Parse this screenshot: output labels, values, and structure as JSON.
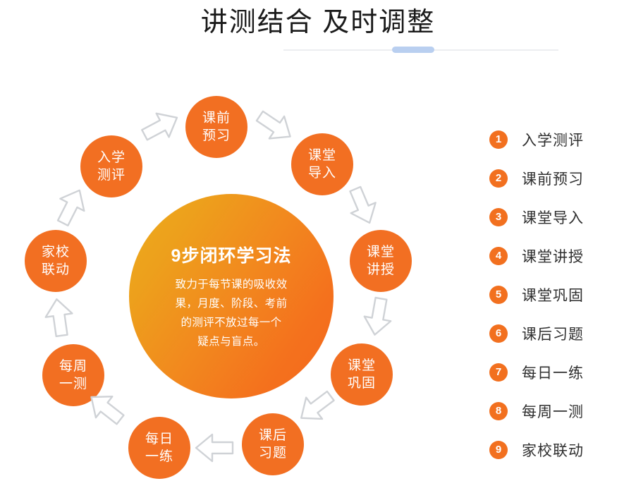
{
  "header": {
    "title": "讲测结合 及时调整",
    "rule_accent_color": "#b9cff0"
  },
  "hub": {
    "title": "9步闭环学习法",
    "body_lines": [
      "致力于每节课的吸收效",
      "果，月度、阶段、考前",
      "的测评不放过每一个",
      "疑点与盲点。"
    ],
    "gradient_from": "#ecac1c",
    "gradient_to": "#f4681c"
  },
  "cycle": {
    "node_color": "#f26f22",
    "arrow_stroke": "#cfd2d6",
    "nodes": [
      {
        "step": 1,
        "lines": [
          "入学",
          "测评"
        ],
        "full": "入学测评"
      },
      {
        "step": 2,
        "lines": [
          "课前",
          "预习"
        ],
        "full": "课前预习"
      },
      {
        "step": 3,
        "lines": [
          "课堂",
          "导入"
        ],
        "full": "课堂导入"
      },
      {
        "step": 4,
        "lines": [
          "课堂",
          "讲授"
        ],
        "full": "课堂讲授"
      },
      {
        "step": 5,
        "lines": [
          "课堂",
          "巩固"
        ],
        "full": "课堂巩固"
      },
      {
        "step": 6,
        "lines": [
          "课后",
          "习题"
        ],
        "full": "课后习题"
      },
      {
        "step": 7,
        "lines": [
          "每日",
          "一练"
        ],
        "full": "每日一练"
      },
      {
        "step": 8,
        "lines": [
          "每周",
          "一测"
        ],
        "full": "每周一测"
      },
      {
        "step": 9,
        "lines": [
          "家校",
          "联动"
        ],
        "full": "家校联动"
      }
    ]
  },
  "legend": {
    "badge_color": "#f2701f",
    "items": [
      {
        "number": "1",
        "label": "入学测评"
      },
      {
        "number": "2",
        "label": "课前预习"
      },
      {
        "number": "3",
        "label": "课堂导入"
      },
      {
        "number": "4",
        "label": "课堂讲授"
      },
      {
        "number": "5",
        "label": "课堂巩固"
      },
      {
        "number": "6",
        "label": "课后习题"
      },
      {
        "number": "7",
        "label": "每日一练"
      },
      {
        "number": "8",
        "label": "每周一测"
      },
      {
        "number": "9",
        "label": "家校联动"
      }
    ]
  }
}
